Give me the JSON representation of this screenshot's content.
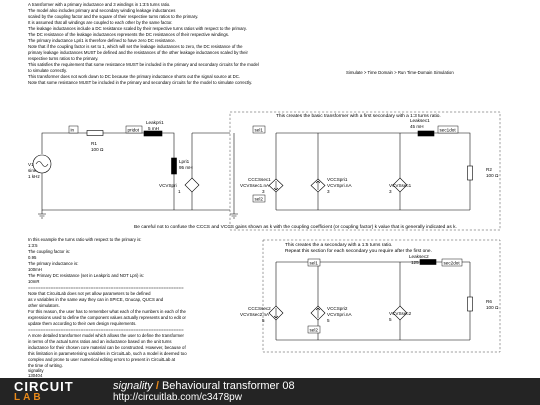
{
  "intro_notes": [
    "A transformer with a primary inductance and 3 windings in 1:3:5 turns ratio.",
    "The model also includes primary and secondary winding leakage inductances",
    "scaled by the coupling factor and the square of their respective turns ratios to the primary.",
    "It is assumed that all windings are coupled to each other by the same factor.",
    "The leakage inductances include a DC resistance scaled by their respective turns ratios with respect to the primary.",
    "The DC resistance of the leakage inductances represents the DC resistances of their respective windings.",
    "The primary inductance Lpri1 is therefore defined to have zero DC resistance.",
    "Note that if the coupling factor is set to 1, which will set the leakage inductances to zero, the DC resistance of the",
    "primary leakage inductances MUST be defined and the resistances of the other leakage inductances scaled by their",
    "respective turns ratios to the primary.",
    "This satisfies the requirement that some resistance MUST be included in the primary and secondary circuits for the model",
    "to simulate correctly.",
    "This transformer does not work down to DC because the primary inductance shorts out the signal source at DC.",
    "Note that some resistance MUST be included in the primary and secondary circuits for the model to simulate correctly."
  ],
  "sim_mode": "Simulate > Time Domain > Run Time-Domain Simulation",
  "section1": {
    "caption": "This creates the basic transformer with a first secondary with a 1:3 turns ratio.",
    "warning": "Be careful not to confuse the CCCS and VCCS gains shown as k with the coupling coefficient (or coupling factor) k value that is generally indicated as k."
  },
  "section2": {
    "caption_1": "This creates the a secondary with a 1:5 turns ratio.",
    "caption_2": "Repeat this section for each secondary you require after the first one."
  },
  "bottom_notes": [
    "In this example the turns ratio with respect to the primary is:",
    "1:3:5",
    "The coupling factor is:",
    "0.95",
    "The primary inductance is:",
    "100mH",
    "The Primary DC resistance (set in Leakpri1 and NOT Lpri) is:",
    "10mR",
    "==============================================================",
    "Note that CircuitLab does not yet allow parameters to be defined",
    "as v variables in the same way they can in SPICE, Gnucap, QUCS and",
    "other simulators.",
    "For this reason, the user has to remember what each of the numbers in each of the",
    "expressions used to define the component values actually represents and to edit or",
    "update them according to their own design requirements.",
    "==============================================================",
    "A more detailed transformer model which allows the user to define the transformer",
    "in terms of the actual turns ratios and an inductance based on the unit turns",
    "inductance for their chosen core material can be constructed. However, because of",
    "this limitation in parameterising variables in CircuitLab, such a model is deemed too",
    "complex and prone to user numerical editing errors to present in CircuitLab at",
    "the time of writing.",
    "signality",
    "130404"
  ],
  "components": {
    "v1_name": "V1",
    "v1_type": "sine",
    "v1_freq": "1 kHz",
    "r1_name": "R1",
    "r1_value": "100 Ω",
    "leakpri1_name": "Leakpri1",
    "leakpri1_value": "5 mH",
    "lpri1_name": "Lpri1",
    "lpri1_value": "95 mH",
    "vcvspri_name": "VCVSpri",
    "vcvspri_gain": "1",
    "cccssec1_name": "CCCSsec1",
    "cccssec1_expr": "VCVSsec1.nA",
    "cccssec1_gain": "3",
    "vccspri1_name": "VCCSpri1",
    "vccspri1_expr": "VCVSpri.nA",
    "vccspri1_gain": "3",
    "leaksec1_name": "Leaksec1",
    "leaksec1_value": "45 mH",
    "vcvssec1_name": "VCVSsec1",
    "vcvssec1_gain": "3",
    "r2_name": "R2",
    "r2_value": "100 Ω",
    "cccssec2_name": "CCCSsec2",
    "cccssec2_expr": "VCVSsec2.nA",
    "cccssec2_gain": "5",
    "vccspri2_name": "VCCSpri2",
    "vccspri2_expr": "VCVSpri.nA",
    "vccspri2_gain": "5",
    "leaksec2_name": "Leaksec2",
    "leaksec2_value": "125 mH",
    "vcvssec2_name": "VCVSsec2",
    "vcvssec2_gain": "5",
    "r6_name": "R6",
    "r6_value": "100 Ω"
  },
  "net_tags": {
    "in": "in",
    "pridot": "pridot",
    "sec1dot": "sec1dot",
    "sec2dot": "sec2dot",
    "sel1_a": "sel1",
    "sel2_a": "sel2",
    "sel1_b": "sel1",
    "sel2_b": "sel2"
  },
  "footer": {
    "logo_top": "CIRCUIT",
    "logo_bottom": "LAB",
    "author": "signality",
    "separator": "/",
    "title": "Behavioural transformer 08",
    "url": "http://circuitlab.com/c3478pw"
  }
}
